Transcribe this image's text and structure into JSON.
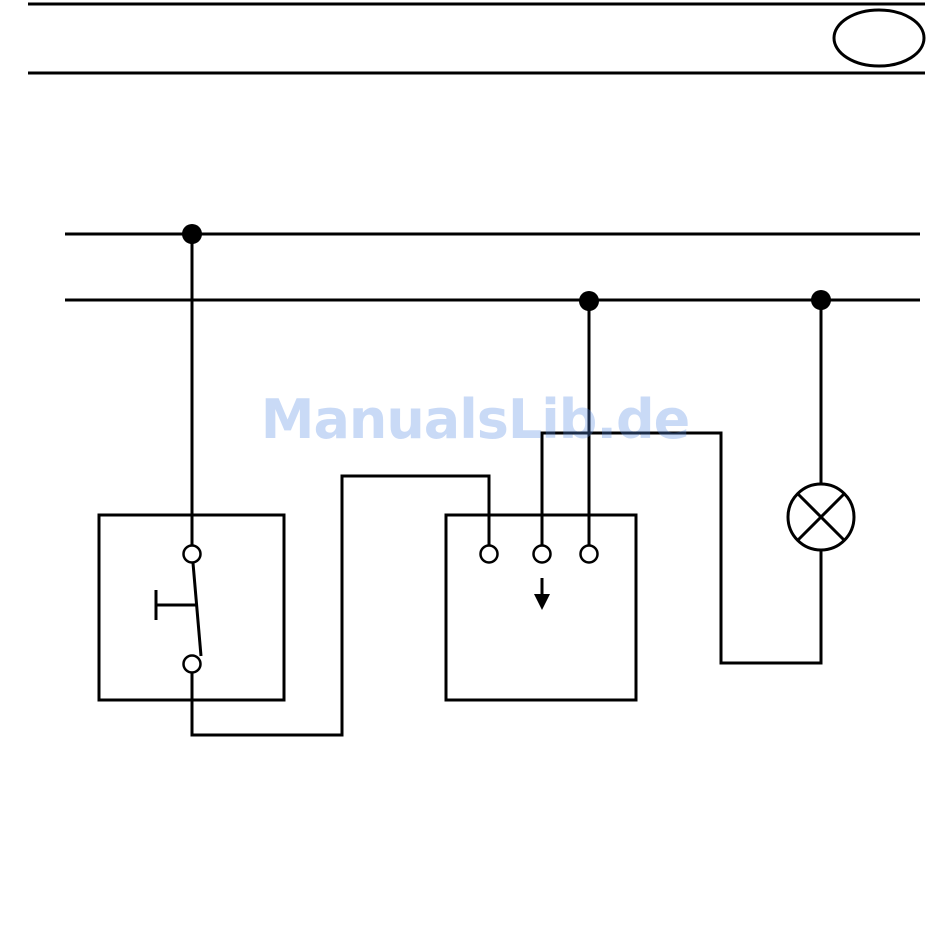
{
  "page": {
    "background": "#ffffff"
  },
  "colors": {
    "line": "#000000",
    "terminal_fill": "#ffffff",
    "junction_fill": "#000000",
    "watermark": "#5b8ee6"
  },
  "watermark": {
    "text": "ManualsLib.de"
  },
  "components": [
    {
      "id": "pushbutton",
      "kind": "push-button switch (normally open)"
    },
    {
      "id": "relay",
      "kind": "relay / switching device with 3 terminals and down-arrow symbol"
    },
    {
      "id": "lamp",
      "kind": "lamp symbol (circle with X)"
    }
  ],
  "icons": {
    "relay_arrow": "down-arrow-icon",
    "lamp": "lamp-cross-icon"
  }
}
